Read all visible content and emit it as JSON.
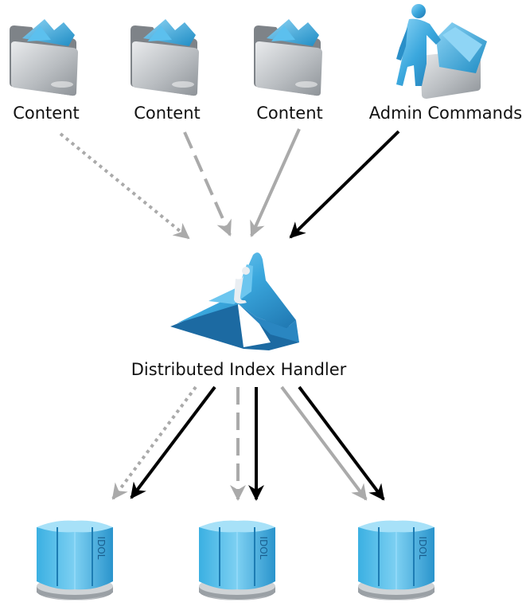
{
  "colors": {
    "accent": "#2ea6dc",
    "accent_dark": "#1f6fa8",
    "folder_gray": "#b8bcc0",
    "arrow_gray": "#aaaaaa",
    "arrow_black": "#000000",
    "text": "#111111"
  },
  "sources": [
    {
      "label": "Content",
      "icon": "folder-icon",
      "arrow_style": "dotted-gray"
    },
    {
      "label": "Content",
      "icon": "folder-icon",
      "arrow_style": "dashed-gray"
    },
    {
      "label": "Content",
      "icon": "folder-icon",
      "arrow_style": "solid-gray"
    },
    {
      "label": "Admin Commands",
      "icon": "admin-figure-folder-icon",
      "arrow_style": "solid-black"
    }
  ],
  "hub": {
    "label": "Distributed Index Handler",
    "icon": "index-handler-icon"
  },
  "servers": [
    {
      "icon": "idol-server-icon",
      "logo": "IDOL",
      "incoming": [
        "dotted-gray",
        "solid-black"
      ]
    },
    {
      "icon": "idol-server-icon",
      "logo": "IDOL",
      "incoming": [
        "dashed-gray",
        "solid-black"
      ]
    },
    {
      "icon": "idol-server-icon",
      "logo": "IDOL",
      "incoming": [
        "solid-gray",
        "solid-black"
      ]
    }
  ]
}
